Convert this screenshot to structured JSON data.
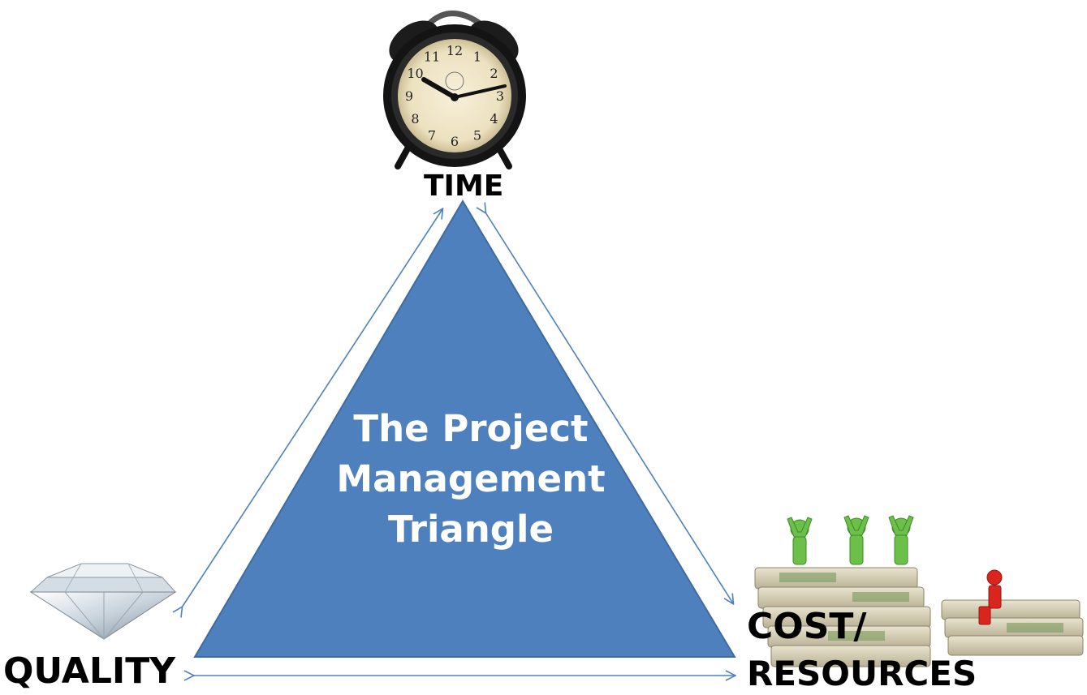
{
  "diagram": {
    "center_title": [
      "The Project",
      "Management",
      "Triangle"
    ],
    "vertices": {
      "top": {
        "label": "TIME",
        "icon": "alarm-clock-icon"
      },
      "left": {
        "label": "QUALITY",
        "icon": "diamond-icon"
      },
      "right": {
        "label_lines": [
          "COST/",
          "RESOURCES"
        ],
        "icon": "money-stacks-icon"
      }
    },
    "clock_numerals": [
      "12",
      "1",
      "2",
      "3",
      "4",
      "5",
      "6",
      "7",
      "8",
      "9",
      "10",
      "11"
    ],
    "colors": {
      "triangle_fill": "#4e80bd",
      "triangle_edge": "#3f6c9f",
      "arrow": "#4f81bd",
      "label_text": "#000000",
      "title_text": "#ffffff",
      "money_green": "#7a9a5a",
      "figure_green": "#6cc04a",
      "figure_red": "#d8261e"
    }
  }
}
